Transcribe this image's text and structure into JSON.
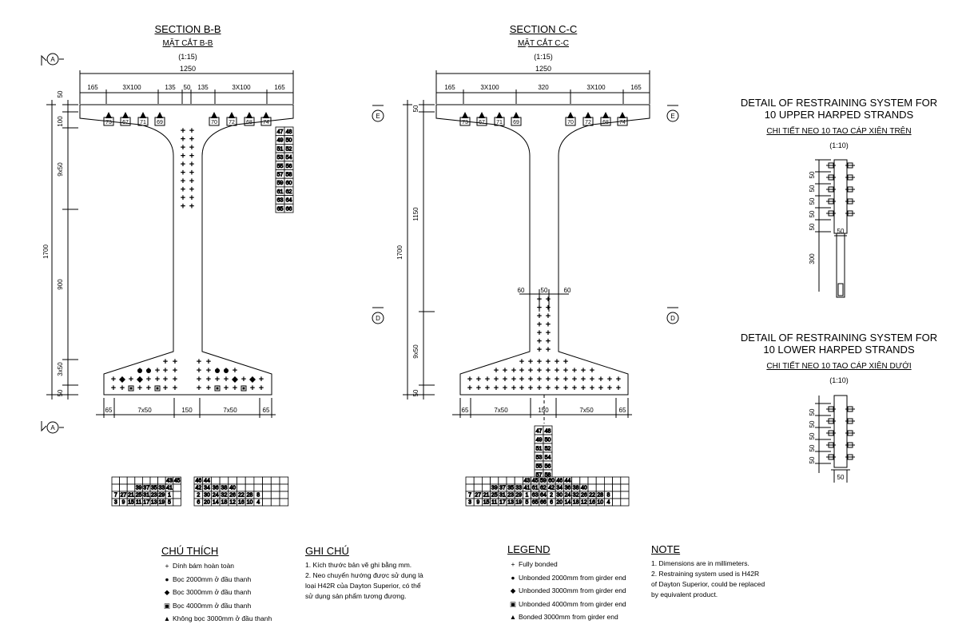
{
  "section_bb": {
    "title": "SECTION B-B",
    "subtitle": "MẶT CẮT B-B",
    "scale": "(1:15)",
    "overall_width": "1250",
    "top_dims": [
      "165",
      "3X100",
      "135",
      "50",
      "135",
      "3X100",
      "165"
    ],
    "bottom_dims": [
      "65",
      "7x50",
      "150",
      "7x50",
      "65"
    ],
    "left_dims": [
      "50",
      "100",
      "9x50",
      "1700",
      "900",
      "3x50",
      "50"
    ],
    "strand_labels": [
      "73",
      "67",
      "71",
      "69",
      "70",
      "72",
      "68",
      "74"
    ],
    "side_table": [
      [
        "47",
        "48"
      ],
      [
        "49",
        "50"
      ],
      [
        "51",
        "52"
      ],
      [
        "53",
        "54"
      ],
      [
        "55",
        "56"
      ],
      [
        "57",
        "58"
      ],
      [
        "59",
        "60"
      ],
      [
        "61",
        "62"
      ],
      [
        "63",
        "64"
      ],
      [
        "65",
        "66"
      ]
    ],
    "section_marks": [
      "A",
      "A"
    ]
  },
  "section_cc": {
    "title": "SECTION C-C",
    "subtitle": "MẶT CẮT C-C",
    "scale": "(1:15)",
    "overall_width": "1250",
    "top_dims": [
      "165",
      "3X100",
      "320",
      "3X100",
      "165"
    ],
    "web_dims": [
      "60",
      "50",
      "60"
    ],
    "bottom_dims": [
      "65",
      "7x50",
      "150",
      "7x50",
      "65"
    ],
    "left_dims": [
      "50",
      "1150",
      "1700",
      "9x50",
      "50"
    ],
    "strand_labels": [
      "73",
      "67",
      "71",
      "69",
      "70",
      "72",
      "68",
      "74"
    ],
    "section_marks": [
      "E",
      "E",
      "D",
      "D"
    ]
  },
  "table_bb": {
    "left_rows": [
      [
        "",
        "",
        "",
        "",
        "",
        "",
        "",
        "43",
        "45"
      ],
      [
        "",
        "",
        "",
        "39",
        "37",
        "35",
        "33",
        "41",
        ""
      ],
      [
        "7",
        "27",
        "21",
        "25",
        "31",
        "23",
        "29",
        "1",
        ""
      ],
      [
        "3",
        "9",
        "15",
        "11",
        "17",
        "13",
        "19",
        "5",
        ""
      ]
    ],
    "right_rows": [
      [
        "46",
        "44",
        "",
        "",
        "",
        "",
        "",
        ""
      ],
      [
        "42",
        "34",
        "36",
        "38",
        "40",
        "",
        "",
        ""
      ],
      [
        "2",
        "30",
        "24",
        "32",
        "26",
        "22",
        "28",
        "8"
      ],
      [
        "6",
        "20",
        "14",
        "18",
        "12",
        "16",
        "10",
        "4"
      ]
    ]
  },
  "table_cc": {
    "column": [
      "47",
      "48",
      "49",
      "50",
      "51",
      "52",
      "53",
      "54",
      "55",
      "56",
      "57",
      "58"
    ],
    "rows": [
      [
        "",
        "",
        "",
        "",
        "",
        "",
        "",
        "43",
        "45",
        "59",
        "60",
        "46",
        "44",
        "",
        "",
        "",
        "",
        "",
        "",
        ""
      ],
      [
        "",
        "",
        "",
        "39",
        "37",
        "35",
        "33",
        "41",
        "61",
        "62",
        "42",
        "34",
        "36",
        "38",
        "40",
        "",
        "",
        "",
        "",
        ""
      ],
      [
        "7",
        "27",
        "21",
        "25",
        "31",
        "23",
        "29",
        "1",
        "63",
        "64",
        "2",
        "30",
        "24",
        "32",
        "26",
        "22",
        "28",
        "8",
        "",
        ""
      ],
      [
        "3",
        "9",
        "15",
        "11",
        "17",
        "13",
        "19",
        "5",
        "65",
        "66",
        "6",
        "20",
        "14",
        "18",
        "12",
        "16",
        "10",
        "4",
        "",
        ""
      ]
    ]
  },
  "detail_upper": {
    "title_line1": "DETAIL OF RESTRAINING SYSTEM FOR",
    "title_line2": "10 UPPER HARPED STRANDS",
    "subtitle": "CHI TIẾT NEO 10 TAO CÁP XIÊN TRÊN",
    "scale": "(1:10)",
    "dims": [
      "50",
      "50",
      "50",
      "50",
      "50",
      "50",
      "300"
    ]
  },
  "detail_lower": {
    "title_line1": "DETAIL OF RESTRAINING SYSTEM FOR",
    "title_line2": "10 LOWER HARPED STRANDS",
    "subtitle": "CHI TIẾT NEO 10 TAO CÁP XIÊN DƯỚI",
    "scale": "(1:10)",
    "dims": [
      "50",
      "50",
      "50",
      "50",
      "50",
      "50"
    ]
  },
  "chu_thich": {
    "heading": "CHÚ THÍCH",
    "items": [
      "Dính bám hoàn toàn",
      "Bọc 2000mm ở đầu thanh",
      "Bọc 3000mm ở đầu thanh",
      "Bọc 4000mm ở đầu thanh",
      "Không bọc 3000mm ở đầu thanh"
    ]
  },
  "ghi_chu": {
    "heading": "GHI CHÚ",
    "lines": [
      "1. Kích thước bản vẽ ghi bằng mm.",
      "2. Neo chuyển hướng được sử dụng là",
      "loại H42R của Dayton Superior, có thể",
      "sử dụng sản phẩm tương đương."
    ]
  },
  "legend": {
    "heading": "LEGEND",
    "items": [
      "Fully bonded",
      "Unbonded 2000mm from girder end",
      "Unbonded 3000mm from girder end",
      "Unbonded 4000mm from girder end",
      "Bonded 3000mm from girder end"
    ]
  },
  "note": {
    "heading": "NOTE",
    "lines": [
      "1. Dimensions are in millimeters.",
      "2. Restraining system used is H42R",
      "of Dayton Superior, could be replaced",
      "by equivalent product."
    ]
  },
  "symbols": [
    "plus-icon",
    "filled-circle-icon",
    "filled-diamond-icon",
    "boxed-square-icon",
    "triangle-icon"
  ]
}
